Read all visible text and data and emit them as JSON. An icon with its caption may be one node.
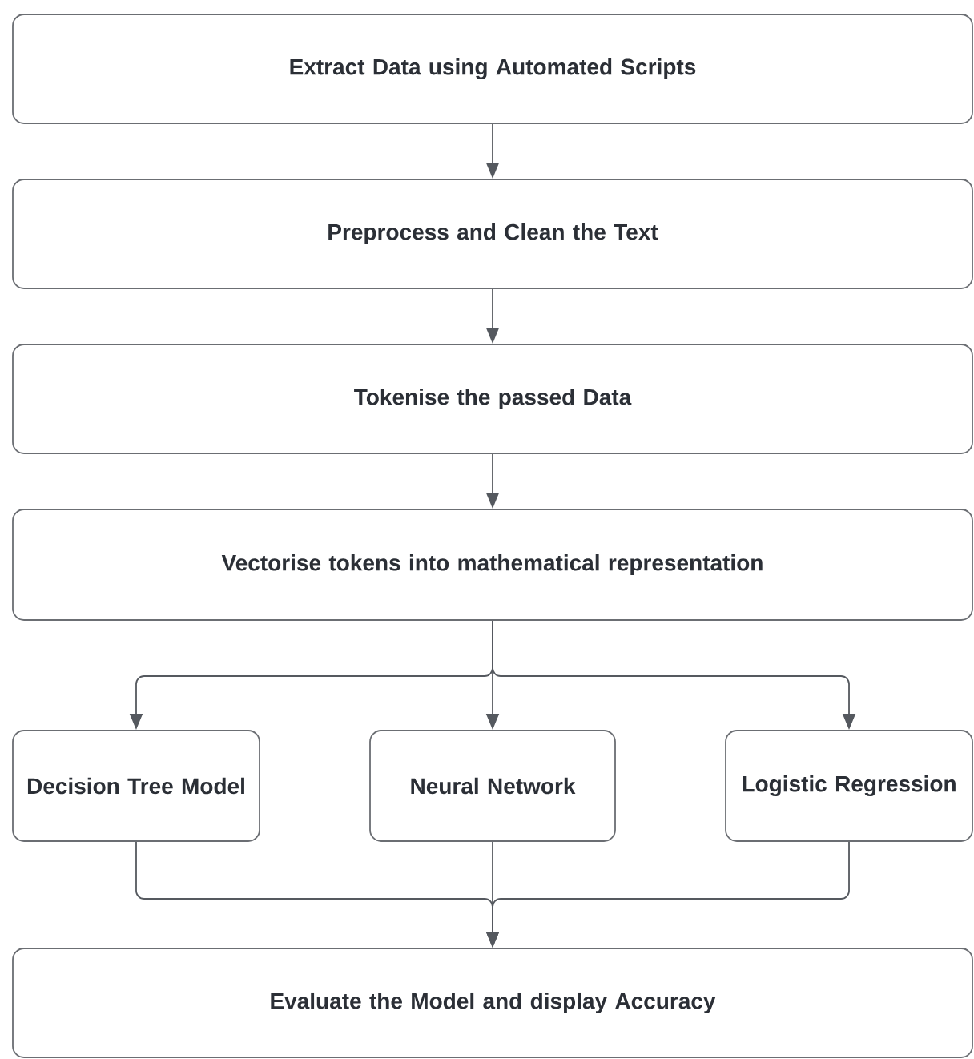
{
  "diagram": {
    "nodes": [
      {
        "text": [
          "Extract Data using Automated Scripts"
        ]
      },
      {
        "text": [
          "Preprocess and Clean the Text"
        ]
      },
      {
        "text": [
          "Tokenise the passed Data"
        ]
      },
      {
        "text": [
          "Vectorise tokens into mathematical representation"
        ]
      },
      {
        "text": [
          "Decision Tree Model"
        ]
      },
      {
        "text": [
          "Neural Network"
        ]
      },
      {
        "text": [
          "Logistic Regression"
        ]
      },
      {
        "text": [
          "Evaluate the Model and display Accuracy"
        ]
      }
    ],
    "edges": [
      {
        "from": 0,
        "to": 1,
        "arrow": "to"
      },
      {
        "from": 1,
        "to": 2,
        "arrow": "to"
      },
      {
        "from": 2,
        "to": 3,
        "arrow": "to"
      },
      {
        "from": 3,
        "to": 4,
        "arrow": "to"
      },
      {
        "from": 3,
        "to": 5,
        "arrow": "to"
      },
      {
        "from": 3,
        "to": 6,
        "arrow": "to"
      },
      {
        "from": 4,
        "to": 7,
        "arrow": "to"
      },
      {
        "from": 5,
        "to": 7,
        "arrow": "to"
      },
      {
        "from": 6,
        "to": 7,
        "arrow": "to"
      }
    ]
  }
}
